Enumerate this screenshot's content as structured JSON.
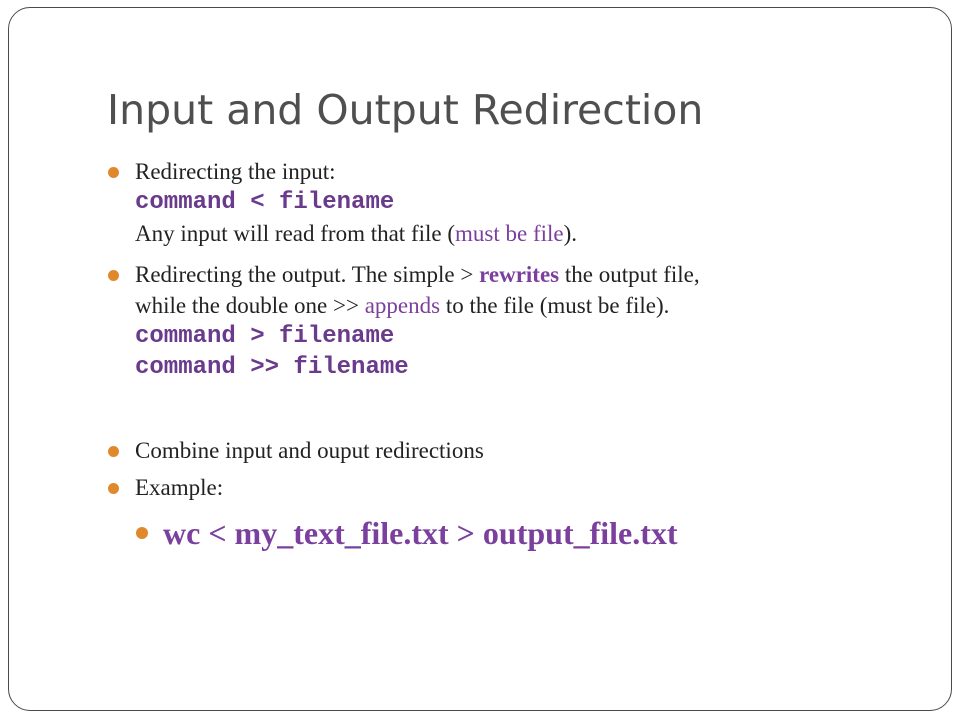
{
  "slide": {
    "title": "Input and Output Redirection",
    "bullets": [
      {
        "text": "Redirecting the input:",
        "code": "command < filename",
        "desc_prefix": "Any input will read from that file (",
        "desc_highlight": "must be file",
        "desc_suffix": ")."
      },
      {
        "line1_prefix": "Redirecting the output. The simple > ",
        "line1_highlight": "rewrites",
        "line1_suffix": " the output file,",
        "line2_prefix": "while the double one >> ",
        "line2_highlight": "appends",
        "line2_suffix": " to the file (must be file).",
        "code1": "command > filename",
        "code2": "command >> filename"
      },
      {
        "text": "Combine input and ouput redirections"
      },
      {
        "text": "Example:",
        "sub": "wc < my_text_file.txt > output_file.txt"
      }
    ],
    "colors": {
      "title": "#4f4f4f",
      "bullet_marker": "#e0882c",
      "highlight": "#7b3f9e",
      "code": "#6a3a8c",
      "frame_border": "#4a4a4a"
    }
  }
}
